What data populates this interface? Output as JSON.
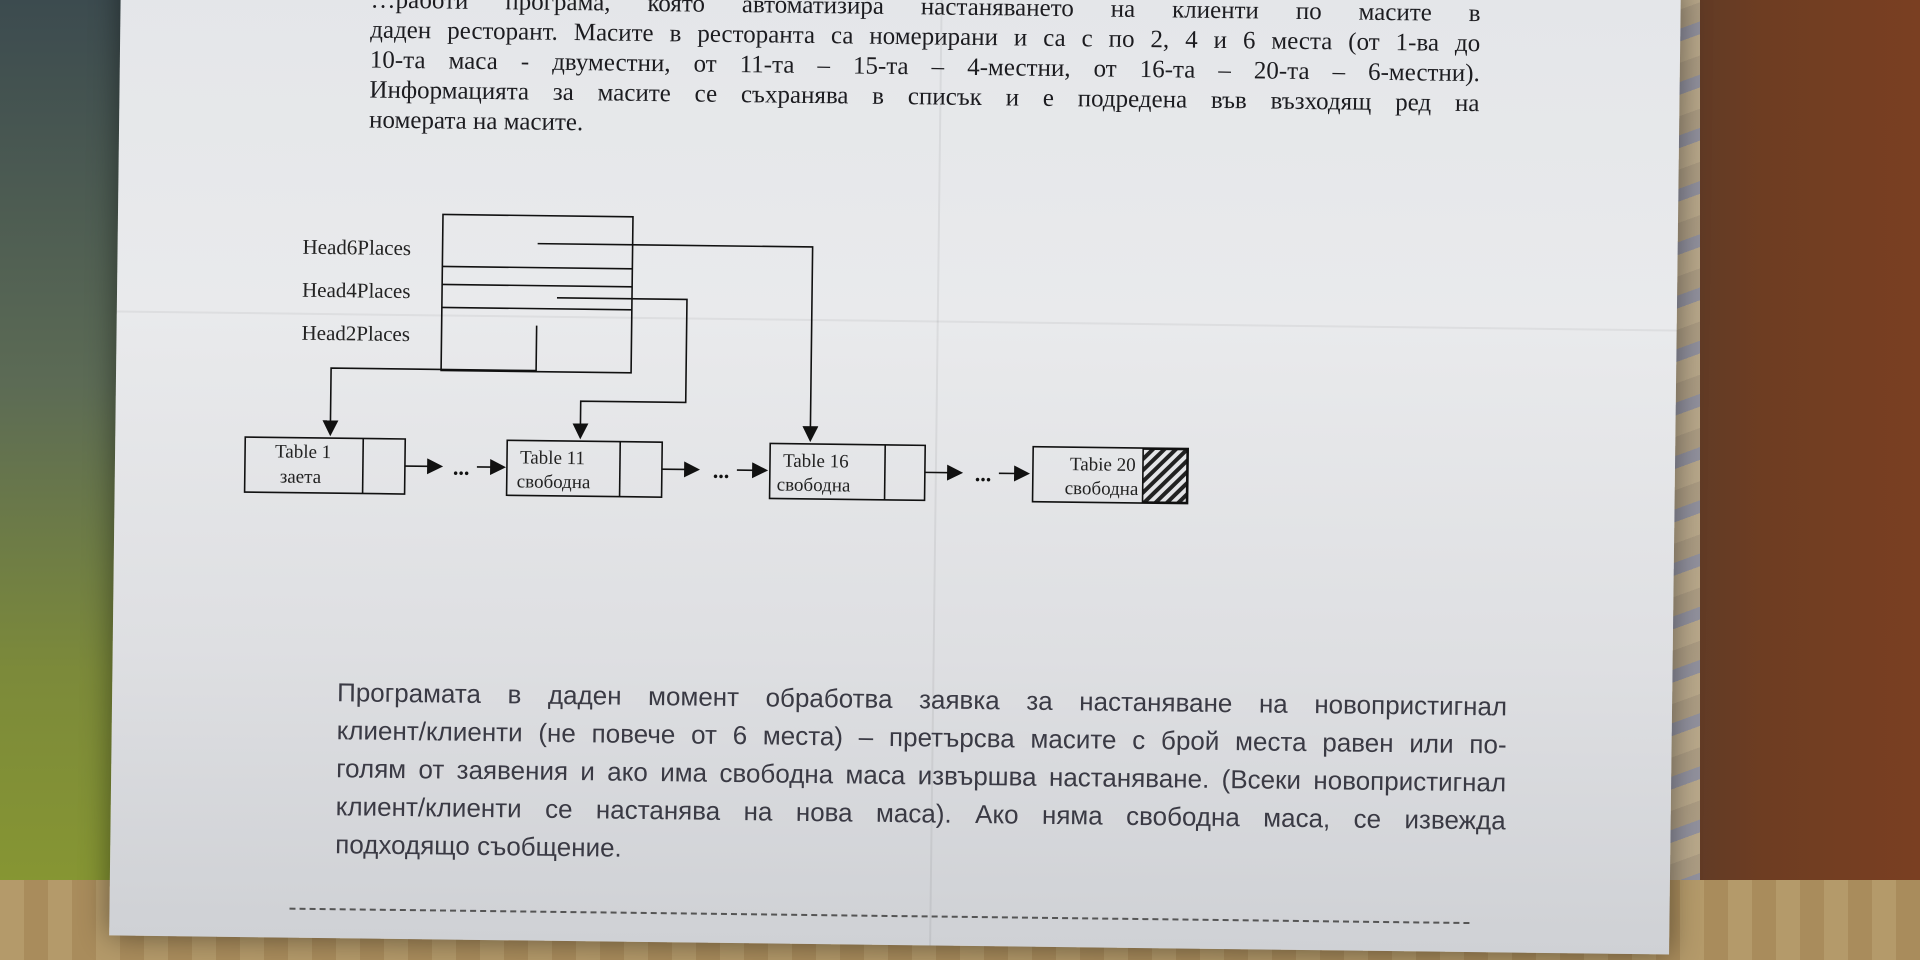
{
  "intro_text": {
    "lines": [
      "…работи програма, която автоматизира настаняването на клиенти по масите в",
      "даден ресторант. Масите в ресторанта са номерирани и са с по 2, 4 и 6 места (от 1-ва до",
      "10-та маса - двуместни, от 11-та – 15-та – 4-местни, от 16-та – 20-та – 6-местни).",
      "Информацията за масите се съхранява в списък и е подредена във възходящ ред на",
      "номерата на масите."
    ]
  },
  "diagram": {
    "heads": [
      "Head6Places",
      "Head4Places",
      "Head2Places"
    ],
    "ellipsis": "...",
    "nodes": [
      {
        "name": "Table 1",
        "status": "заета",
        "hatched": false
      },
      {
        "name": "Table 11",
        "status": "свободна",
        "hatched": false
      },
      {
        "name": "Table 16",
        "status": "свободна",
        "hatched": false
      },
      {
        "name": "Tabie 20",
        "status": "свободна",
        "hatched": true
      }
    ]
  },
  "body_text": {
    "lines": [
      "Програмата в даден момент обработва заявка за настаняване на новопристигнал",
      "клиент/клиенти (не повече от 6 места) – претърсва масите с брой места равен или по-",
      "голям от заявения и ако има свободна маса извършва настаняване. (Всеки новопристигнал",
      "клиент/клиенти се настанява на нова маса). Ако няма свободна маса, се извежда",
      "подходящо съобщение."
    ]
  }
}
